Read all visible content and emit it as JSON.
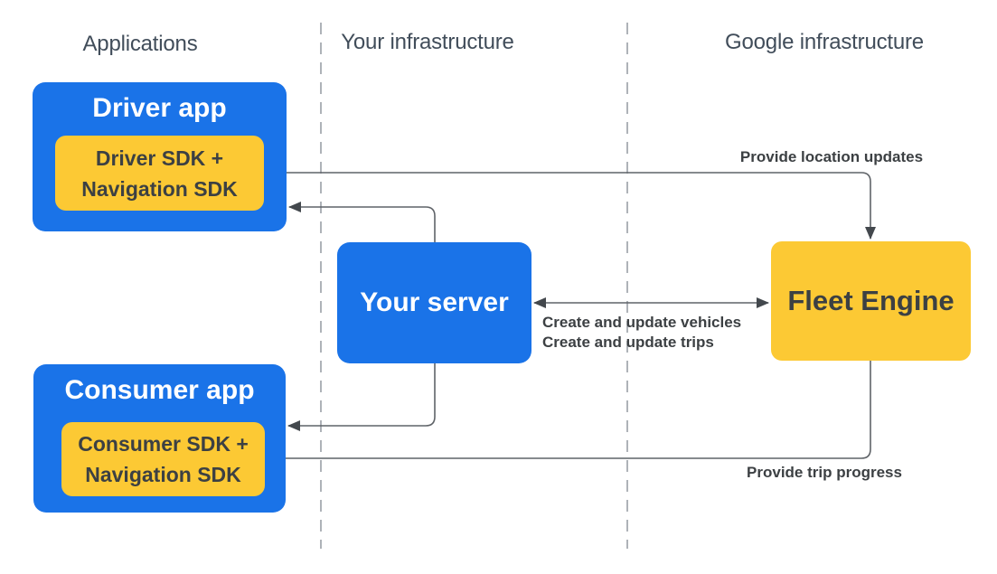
{
  "colors": {
    "box_blue": "#1A73E8",
    "box_yellow": "#FCC934",
    "box_text_light": "#FFFFFF",
    "box_text_dark": "#3C4043",
    "heading_text": "#414D5A",
    "connector": "#5F6368",
    "connector_head": "#43484D",
    "divider": "#9AA0A6",
    "canvas_bg": "#FFFFFF"
  },
  "columns": [
    {
      "label": "Applications"
    },
    {
      "label": "Your infrastructure"
    },
    {
      "label": "Google infrastructure"
    }
  ],
  "nodes": {
    "driver_app": {
      "title": "Driver app",
      "sdk_line1": "Driver SDK +",
      "sdk_line2": "Navigation SDK"
    },
    "consumer_app": {
      "title": "Consumer app",
      "sdk_line1": "Consumer SDK +",
      "sdk_line2": "Navigation SDK"
    },
    "your_server": {
      "title": "Your server"
    },
    "fleet_engine": {
      "title": "Fleet Engine"
    }
  },
  "edges": {
    "location_updates": {
      "label": "Provide location updates"
    },
    "create_update": {
      "line1": "Create and update vehicles",
      "line2": "Create and update trips"
    },
    "trip_progress": {
      "label": "Provide trip progress"
    }
  }
}
